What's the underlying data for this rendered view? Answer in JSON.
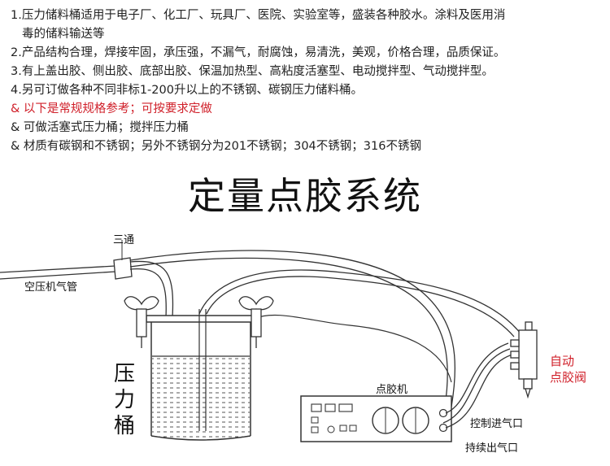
{
  "notes": {
    "line1a": "1.压力储料桶适用于电子厂、化工厂、玩具厂、医院、实验室等，盛装各种胶水。涂料及医用消",
    "line1b": "毒的储料输送等",
    "line2": "2.产品结构合理，焊接牢固，承压强，不漏气，耐腐蚀，易清洗，美观，价格合理，品质保证。",
    "line3": "3.有上盖出胶、侧出胶、底部出胶、保温加热型、高粘度活塞型、电动搅拌型、气动搅拌型。",
    "line4": "4.另可订做各种不同非标1-200升以上的不锈钢、碳钢压力储料桶。",
    "line5": "& 以下是常规规格参考；可按要求定做",
    "line6": "& 可做活塞式压力桶；搅拌压力桶",
    "line7": "& 材质有碳钢和不锈钢；另外不锈钢分为201不锈钢；304不锈钢；316不锈钢"
  },
  "headline": "定量点胶系统",
  "diagram": {
    "tee": "三通",
    "air_pipe": "空压机气管",
    "tank_line1": "压",
    "tank_line2": "力",
    "tank_line3": "桶",
    "dispenser": "点胶机",
    "valve_line1": "自动",
    "valve_line2": "点胶阀",
    "control_inlet": "控制进气口",
    "continuous_outlet": "持续出气口"
  },
  "colors": {
    "accent_red": "#d0202a",
    "text": "#222222"
  }
}
